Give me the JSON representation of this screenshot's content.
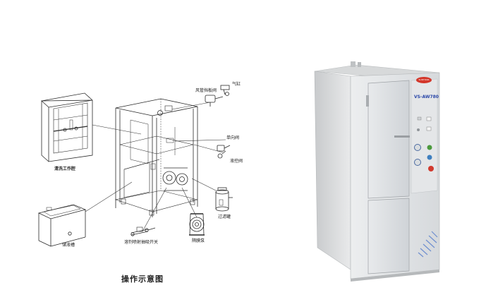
{
  "diagram": {
    "title": "操作示意图",
    "labels": {
      "air_pipe_valve": "风管挡板阀",
      "air_cylinder": "气缸",
      "check_valve": "单向阀",
      "pilot_valve": "液控阀",
      "filter_tank": "过滤罐",
      "diaphragm_pump": "隔膜泵",
      "solvent_spray_switch": "溶剂喷射抽吸开关",
      "liquid_tank": "储液槽",
      "work_area": "清洗工作腔"
    }
  },
  "machine": {
    "brand": "SUNTDOR",
    "model": "VS-AW780",
    "colors": {
      "body": "#e4e5e6",
      "door": "#dde0e3",
      "badge": "#d3362a",
      "model_text": "#2a47a8"
    }
  }
}
